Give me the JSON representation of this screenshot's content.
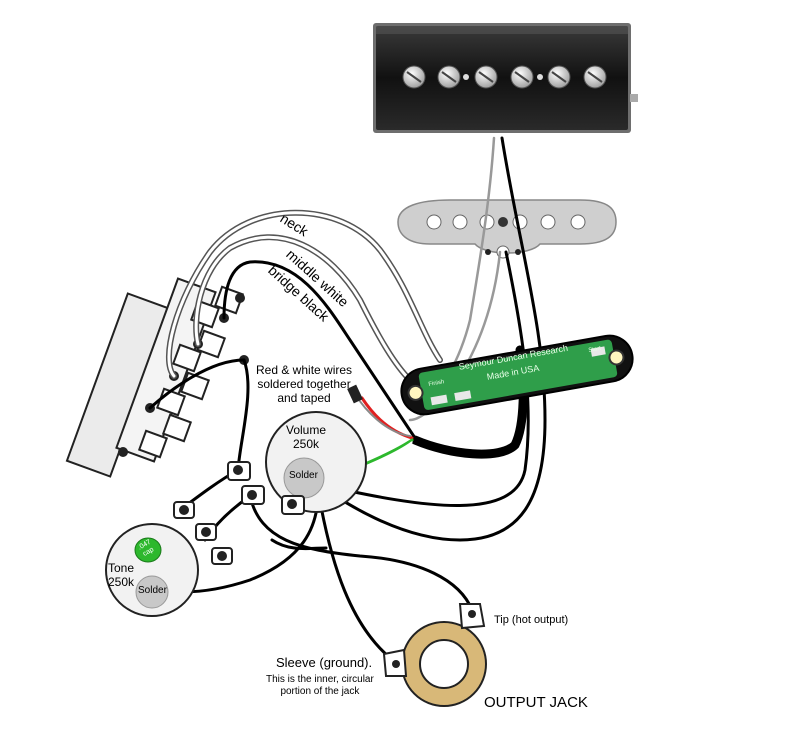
{
  "labels": {
    "neck": "neck",
    "middle_white": "middle white",
    "bridge_black": "bridge black",
    "red_white_note": "Red & white wires\nsoldered together\nand taped",
    "volume": "Volume\n250k",
    "volume_solder": "Solder",
    "tone": "Tone\n250k",
    "tone_solder": "Solder",
    "cap": ".047\ncap",
    "tip": "Tip (hot output)",
    "sleeve_title": "Sleeve (ground).",
    "sleeve_desc": "This is the inner, circular\nportion of the jack",
    "output_jack": "OUTPUT JACK",
    "pcb_brand": "Seymour Duncan Research",
    "pcb_made": "Made in USA",
    "pcb_finish": "Finish",
    "pcb_start": "Start"
  },
  "colors": {
    "wire_black": "#000000",
    "wire_white": "#9a9a9a",
    "wire_red": "#e02020",
    "wire_green": "#2db82d",
    "pcb_green": "#2f9e4a",
    "pickup_cover": "#1c1c1c",
    "switch_body": "#ebebeb",
    "jack_ring": "#d8b878",
    "baseplate": "#cfcfcf"
  }
}
